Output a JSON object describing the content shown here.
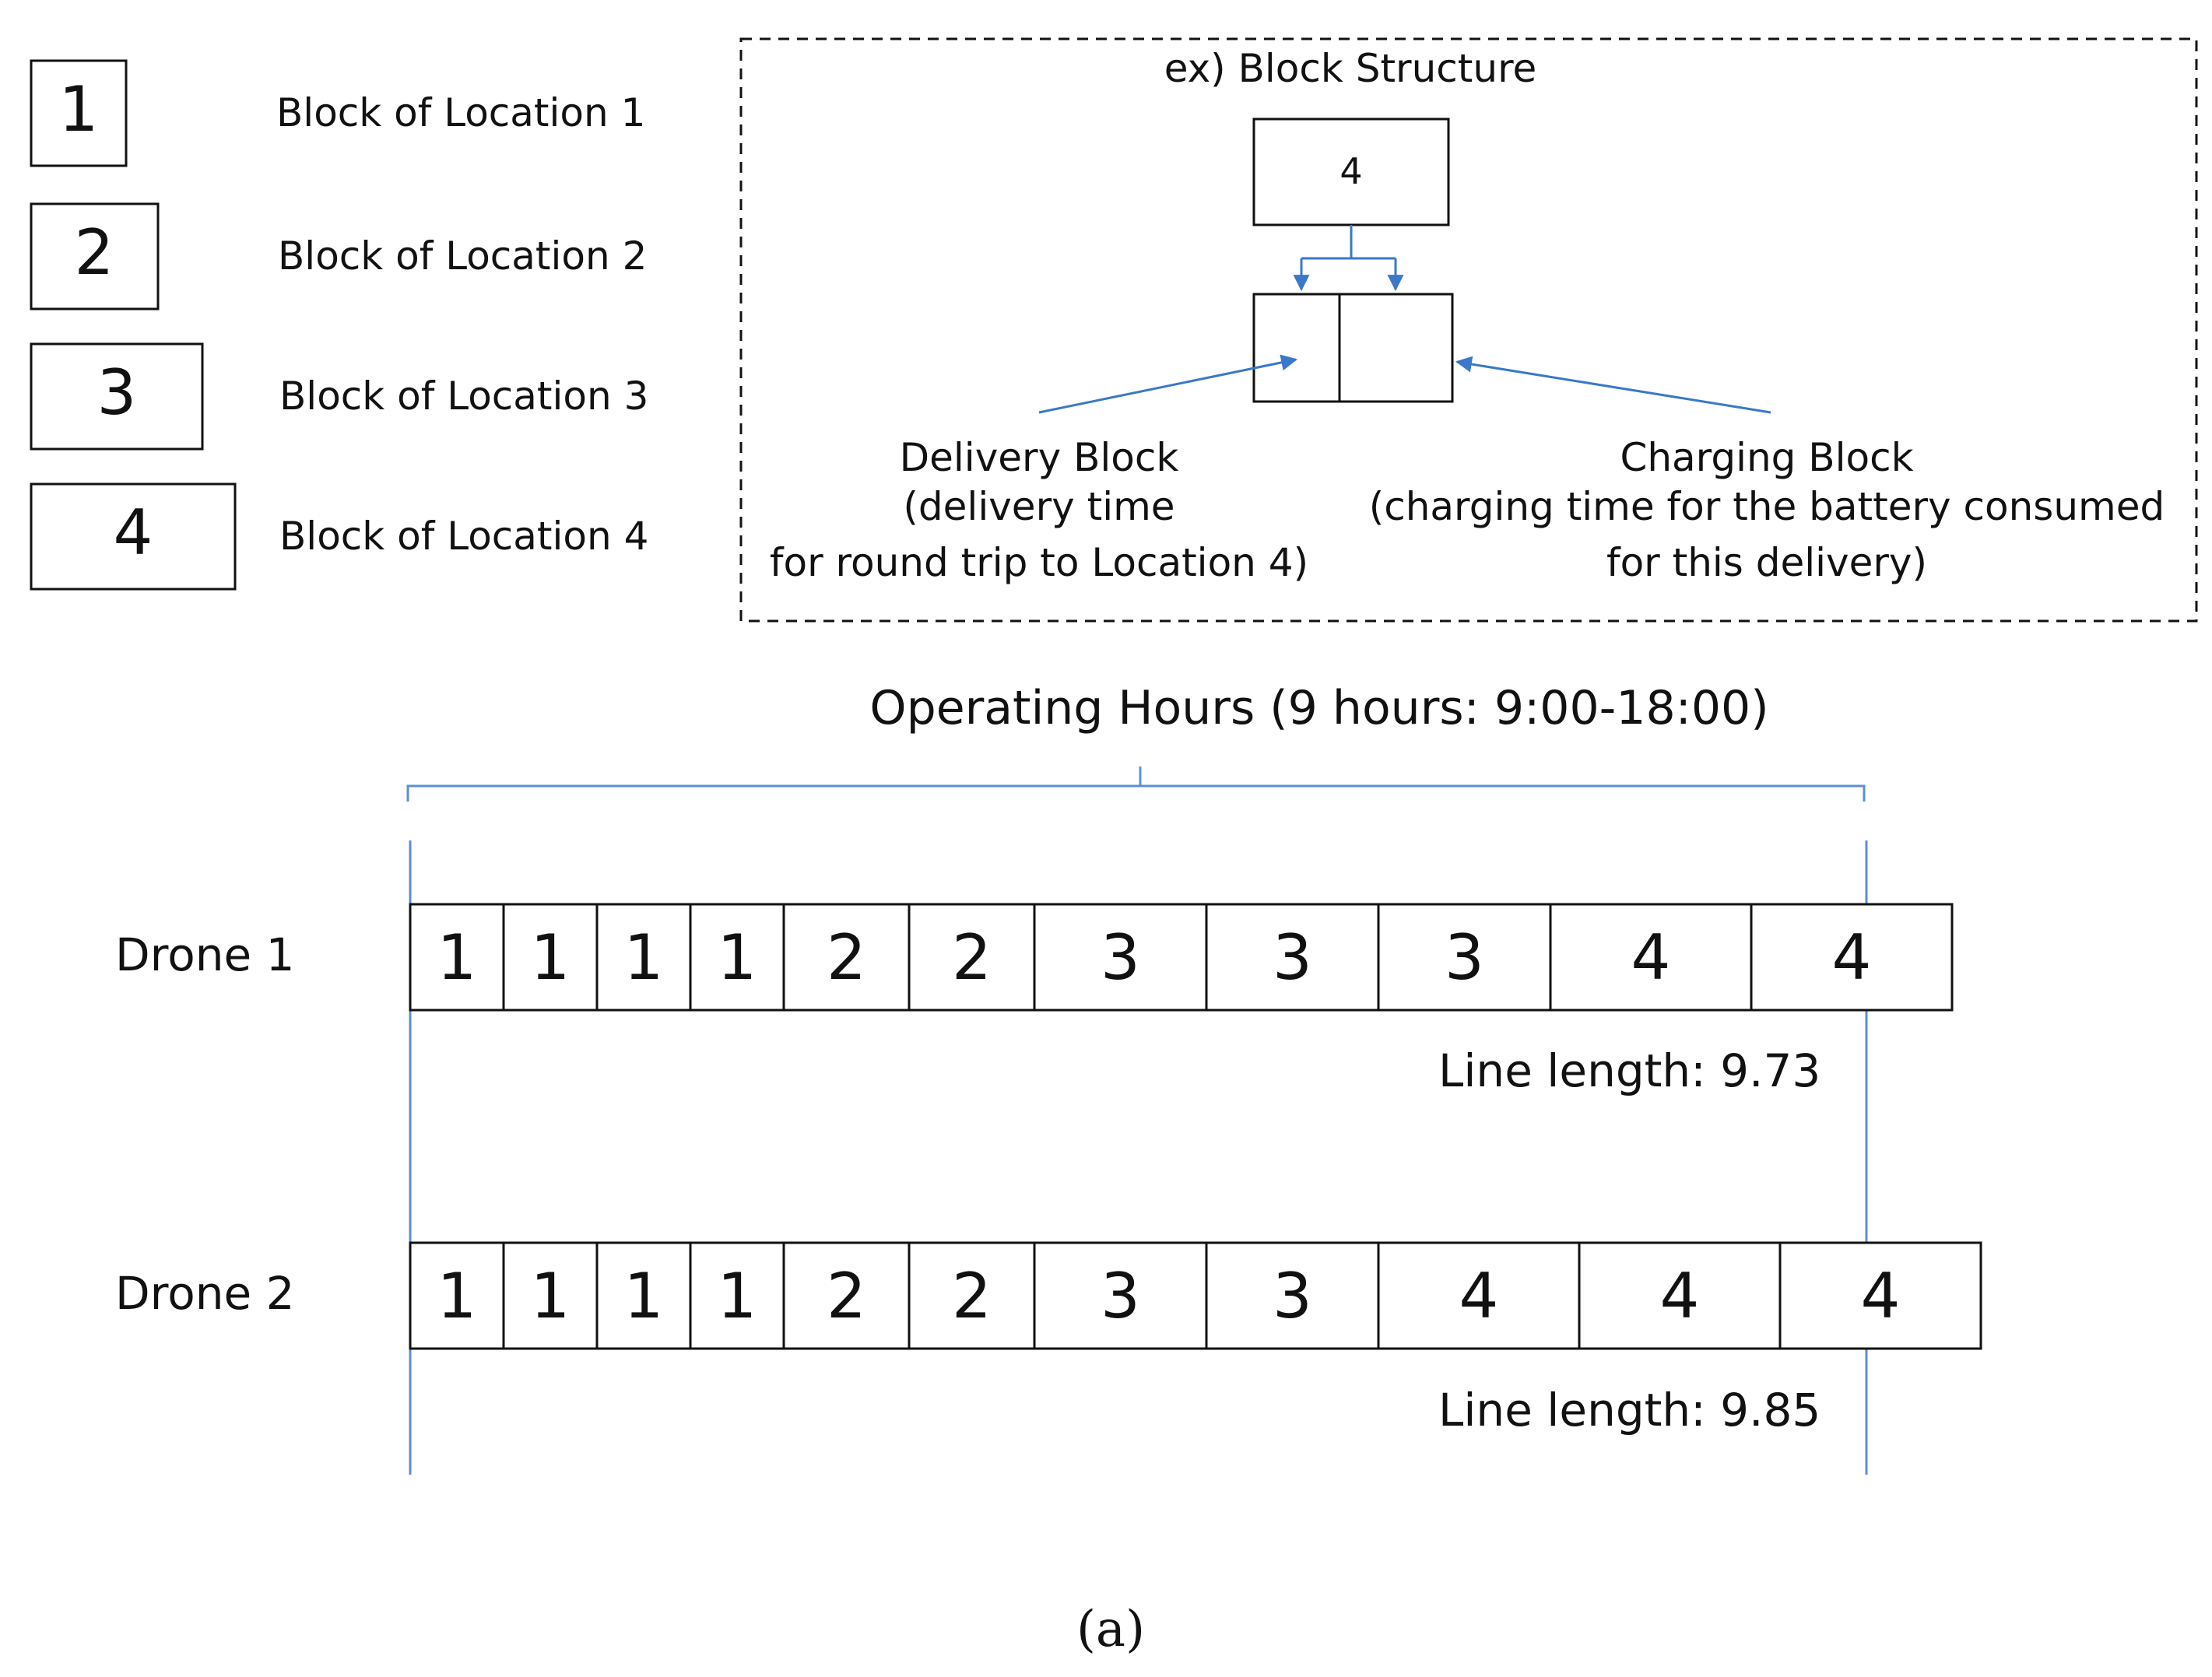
{
  "colors": {
    "line": "#111111",
    "accent": "#5b8fd6",
    "arrow": "#3a78c9"
  },
  "legend": [
    {
      "number": "1",
      "label": "Block of Location 1"
    },
    {
      "number": "2",
      "label": "Block of Location 2"
    },
    {
      "number": "3",
      "label": "Block of Location 3"
    },
    {
      "number": "4",
      "label": "Block of Location 4"
    }
  ],
  "example": {
    "title": "ex) Block Structure",
    "block_number": "4",
    "delivery": {
      "line1": "Delivery Block",
      "line2": "(delivery time",
      "line3": "for round trip to Location 4)"
    },
    "charging": {
      "line1": "Charging Block",
      "line2": "(charging time for the battery consumed",
      "line3": "for this delivery)"
    }
  },
  "operating_hours": "Operating Hours (9 hours: 9:00-18:00)",
  "drones": [
    {
      "name": "Drone 1",
      "blocks": [
        "1",
        "1",
        "1",
        "1",
        "2",
        "2",
        "3",
        "3",
        "3",
        "4",
        "4"
      ],
      "line_length": "Line length: 9.73"
    },
    {
      "name": "Drone 2",
      "blocks": [
        "1",
        "1",
        "1",
        "1",
        "2",
        "2",
        "3",
        "3",
        "4",
        "4",
        "4"
      ],
      "line_length": "Line length: 9.85"
    }
  ],
  "caption": "(a)"
}
